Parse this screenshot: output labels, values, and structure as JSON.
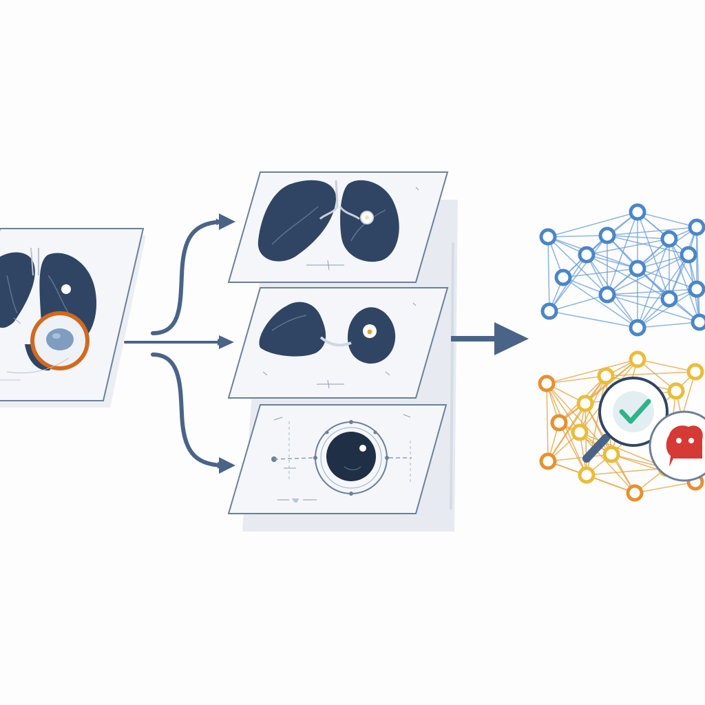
{
  "diagram": {
    "stages": [
      {
        "id": "input-scan",
        "kind": "ct-lung-scan",
        "highlight": "nodule-circled"
      },
      {
        "id": "view-coronal",
        "kind": "lung-slice"
      },
      {
        "id": "view-axial",
        "kind": "lung-slice"
      },
      {
        "id": "view-nodule-detail",
        "kind": "nodule-measurement"
      },
      {
        "id": "network-blue",
        "kind": "neural-network"
      },
      {
        "id": "network-gold",
        "kind": "neural-network-explained"
      }
    ],
    "icons": [
      "magnifier-icon",
      "check-icon",
      "alert-icon"
    ]
  },
  "colors": {
    "background": "#fdfdfe",
    "panel_fill": "#f4f6f9",
    "panel_stroke": "#6b7f99",
    "lung": "#2f4563",
    "lung_vessel": "#5d7594",
    "arrow": "#4a6487",
    "focus_ring": "#d2691e",
    "nodule_fill": "#7f9dbe",
    "blue_node": "#4a86c8",
    "blue_edge": "#6c9fd6",
    "gold_node": "#e9bd3a",
    "gold_edge": "#e6a23c",
    "orange_node": "#e6912f",
    "check": "#2fb38a",
    "alert": "#d63a34"
  }
}
